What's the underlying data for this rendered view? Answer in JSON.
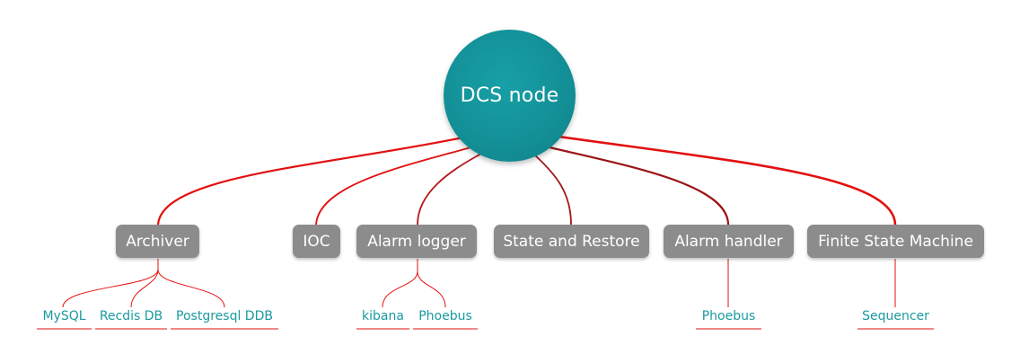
{
  "root": {
    "label": "DCS node"
  },
  "branches": [
    {
      "label": "Archiver"
    },
    {
      "label": "IOC"
    },
    {
      "label": "Alarm logger"
    },
    {
      "label": "State and Restore"
    },
    {
      "label": "Alarm handler"
    },
    {
      "label": "Finite State Machine"
    }
  ],
  "leaves": {
    "archiver": [
      "MySQL",
      "Recdis DB",
      "Postgresql DDB"
    ],
    "alarm_logger": [
      "kibana",
      "Phoebus"
    ],
    "alarm_handler": [
      "Phoebus"
    ],
    "finite_state_machine": [
      "Sequencer"
    ]
  },
  "colors": {
    "root_fill": "#138f96",
    "branch_fill": "#8c8c8c",
    "connector": "#e31010",
    "leaf_text": "#1a9aa0"
  }
}
